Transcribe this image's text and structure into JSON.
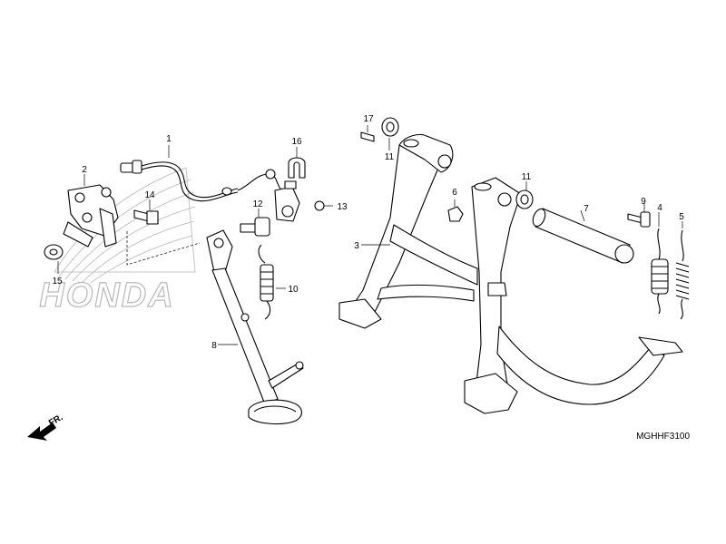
{
  "watermark": {
    "brand": "HONDA"
  },
  "diagram_code": "MGHHF3100",
  "front_marker": "FR.",
  "callouts": {
    "c1": "1",
    "c2": "2",
    "c3": "3",
    "c4": "4",
    "c5": "5",
    "c6": "6",
    "c7": "7",
    "c8": "8",
    "c9": "9",
    "c10": "10",
    "c11a": "11",
    "c11b": "11",
    "c12": "12",
    "c13": "13",
    "c14": "14",
    "c15": "15",
    "c16": "16",
    "c17": "17"
  }
}
